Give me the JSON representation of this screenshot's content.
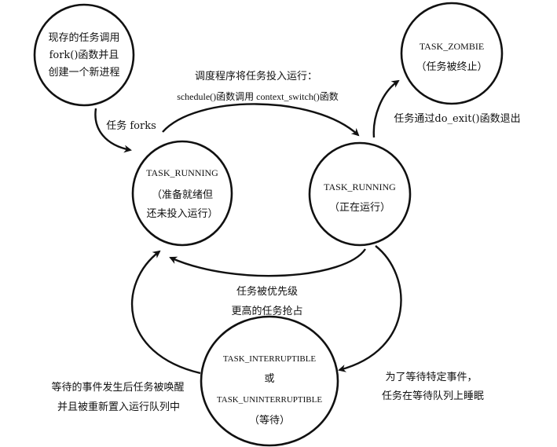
{
  "states": {
    "new": {
      "lines": [
        "现存的任务调用",
        "fork()函数并且",
        "创建一个新进程"
      ]
    },
    "zombie": {
      "name": "TASK_ZOMBIE",
      "desc": "（任务被终止）"
    },
    "ready": {
      "name": "TASK_RUNNING",
      "desc1": "（准备就绪但",
      "desc2": "还未投入运行）"
    },
    "running": {
      "name": "TASK_RUNNING",
      "desc": "（正在运行）"
    },
    "waiting": {
      "name1": "TASK_INTERRUPTIBLE",
      "or": "或",
      "name2": "TASK_UNINTERRUPTIBLE",
      "desc": "（等待）"
    }
  },
  "transitions": {
    "fork": "任务 forks",
    "schedule": {
      "line1": "调度程序将任务投入运行：",
      "line2": "schedule()函数调用 context_switch()函数"
    },
    "exit": "任务通过do_exit()函数退出",
    "preempt": {
      "line1": "任务被优先级",
      "line2": "更高的任务抢占"
    },
    "sleep": {
      "line1": "为了等待特定事件，",
      "line2": "任务在等待队列上睡眠"
    },
    "wake": {
      "line1": "等待的事件发生后任务被唤醒",
      "line2": "并且被重新置入运行队列中"
    }
  }
}
